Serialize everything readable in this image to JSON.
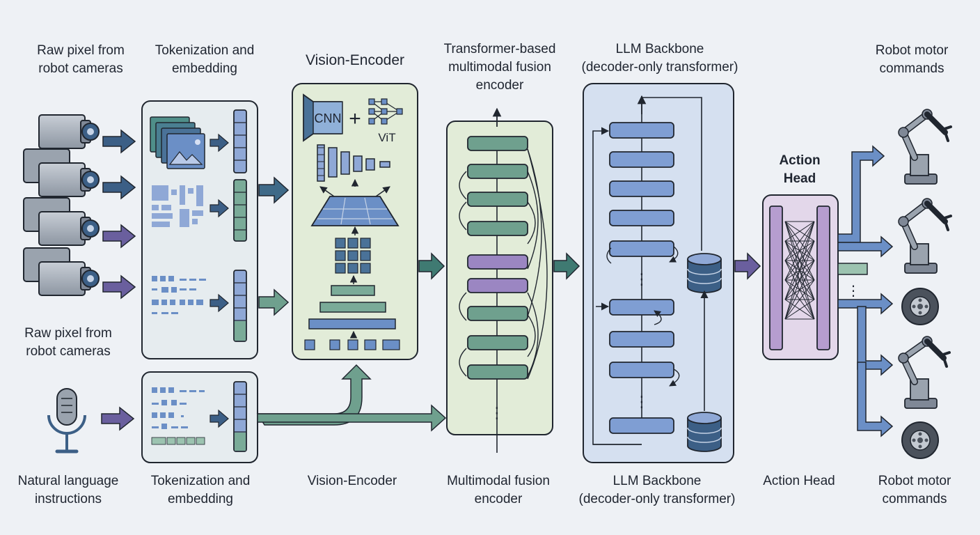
{
  "top_labels": {
    "raw_pixel": [
      "Raw pixel from",
      "robot cameras"
    ],
    "tokenization": [
      "Tokenization and",
      "embedding"
    ],
    "vision_encoder": [
      "Vision-Encoder"
    ],
    "fusion": [
      "Transformer-based",
      "multimodal fusion",
      "encoder"
    ],
    "llm_title": "LLM Backbone",
    "llm_sub": "(decoder-only transformer)",
    "action_head": [
      "Action",
      "Head"
    ],
    "robot_motor": [
      "Robot motor",
      "commands"
    ]
  },
  "side_label": [
    "Raw pixel from",
    "robot cameras"
  ],
  "bottom_labels": {
    "natural_language": [
      "Natural language",
      "instructions"
    ],
    "tokenization": [
      "Tokenization and",
      "embedding"
    ],
    "vision_encoder": [
      "Vision-Encoder"
    ],
    "fusion": [
      "Multimodal fusion",
      "encoder"
    ],
    "llm": [
      "LLM Backbone",
      "(decoder-only transformer)"
    ],
    "action_head": [
      "Action Head"
    ],
    "robot_motor": [
      "Robot motor",
      "commands"
    ]
  },
  "vision_encoder_box": {
    "cnn_label": "CNN",
    "plus": "+",
    "vit_label": "ViT"
  },
  "ellipsis": "⋮",
  "colors": {
    "arrow_blue": "#3c5f86",
    "arrow_teal": "#3f7a72",
    "arrow_purple": "#6a5f9e",
    "fusion_bg": "#e2ecd8",
    "fusion_block": "#6fa08e",
    "fusion_highlight": "#9b86c2",
    "llm_bg": "#d5e0f0",
    "llm_block": "#7f9ed3",
    "action_bg": "#e3d7ea",
    "action_bar": "#b69dcf",
    "token_box_bg": "#e6ecef",
    "line": "#20262f"
  }
}
